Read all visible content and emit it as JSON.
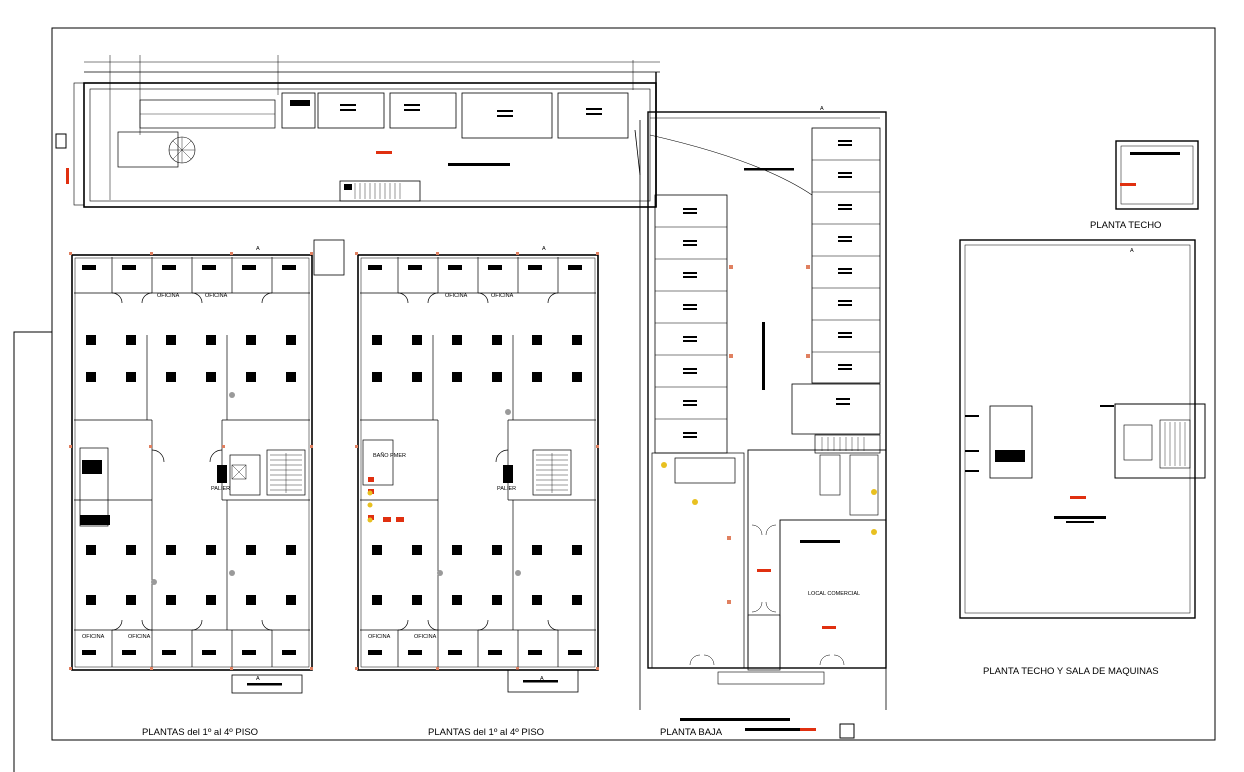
{
  "sheets": {
    "floors_left": "PLANTAS del 1º al 4º PISO",
    "floors_right": "PLANTAS del 1º al 4º PISO",
    "ground": "PLANTA BAJA",
    "roof": "PLANTA TECHO",
    "roof_machine": "PLANTA TECHO  Y SALA DE MAQUINAS"
  },
  "rooms": {
    "oficina": "OFICINA",
    "palier": "PALIER",
    "bano_pmer": "BAÑO PMER",
    "local_comercial": "LOCAL COMERCIAL"
  },
  "section_marks": {
    "a": "A"
  },
  "colors": {
    "line": "#000000",
    "accent": "#e03010",
    "column": "#e08060",
    "grey": "#9a9a9a"
  }
}
